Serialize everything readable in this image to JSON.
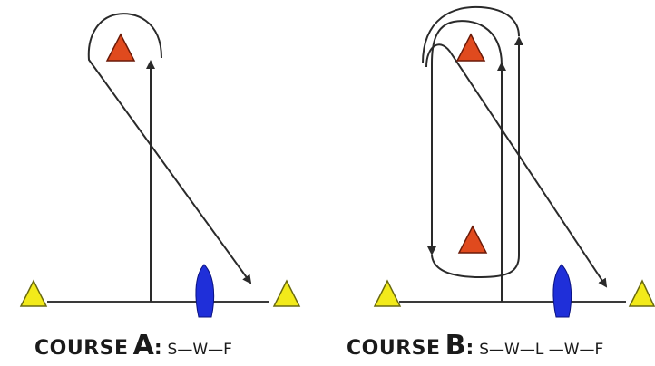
{
  "course_a": {
    "word": "COURSE",
    "letter": "A",
    "separator": ":",
    "sequence": " S—W—F"
  },
  "course_b": {
    "word": "COURSE",
    "letter": "B",
    "separator": ":",
    "sequence": " S—W—L —W—F"
  },
  "colors": {
    "windward_mark": "#e04a1e",
    "start_mark": "#f2ea1a",
    "boat": "#1f2fd9",
    "line": "#3a3a3a"
  }
}
